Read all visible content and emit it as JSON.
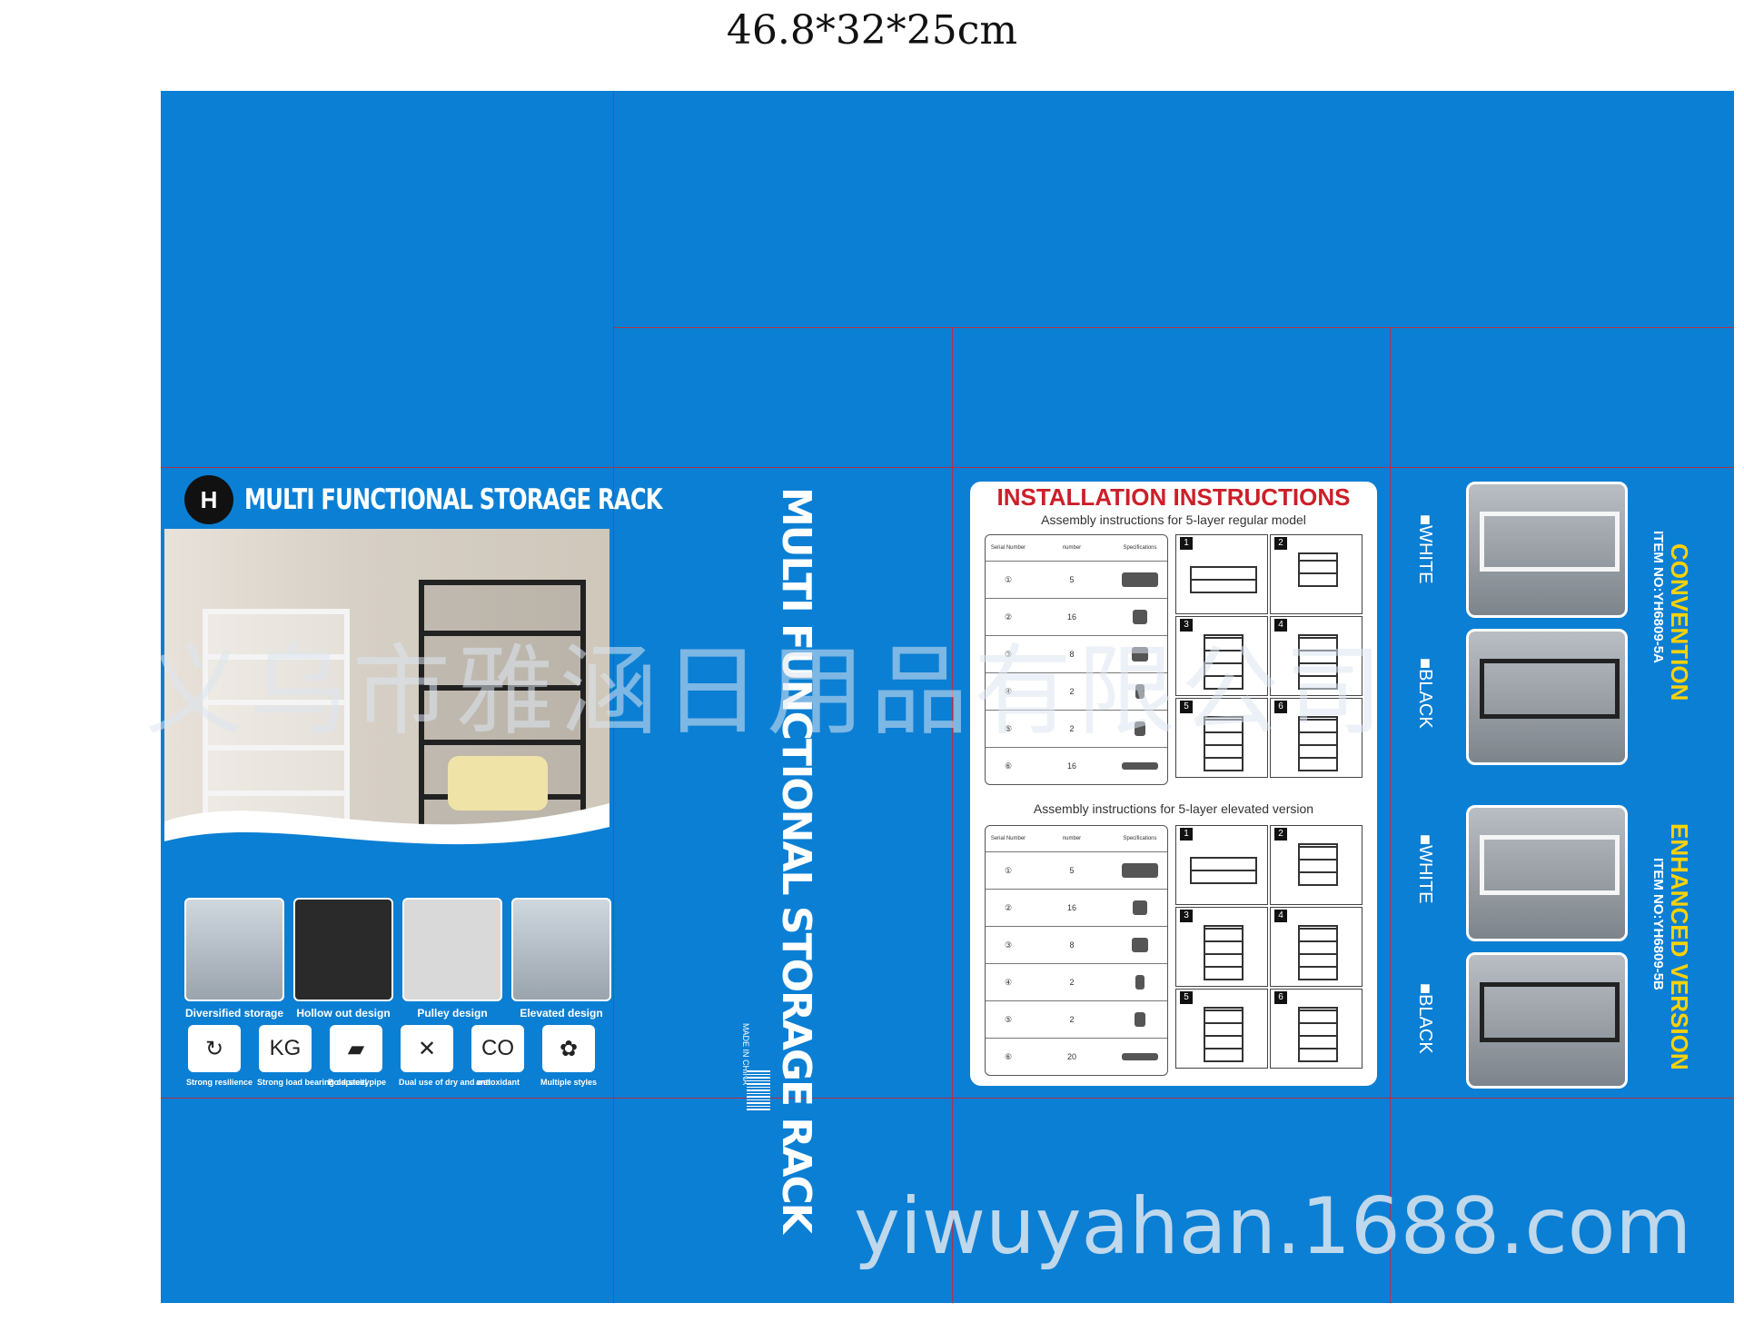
{
  "dimensions": "46.8*32*25cm",
  "front": {
    "title": "MULTI FUNCTIONAL STORAGE RACK",
    "logo_icon": "wrench-shield-logo",
    "features": [
      {
        "label": "Diversified storage"
      },
      {
        "label": "Hollow out design"
      },
      {
        "label": "Pulley design"
      },
      {
        "label": "Elevated design"
      }
    ],
    "icons": [
      {
        "icon": "↻",
        "label": "Strong resilience"
      },
      {
        "icon": "KG",
        "label": "Strong load bearing capacity"
      },
      {
        "icon": "▰",
        "label": "Bold steel pipe"
      },
      {
        "icon": "✕",
        "label": "Dual use of dry and wet"
      },
      {
        "icon": "CO",
        "label": "antioxidant"
      },
      {
        "icon": "✿",
        "label": "Multiple styles"
      }
    ]
  },
  "spine": {
    "title": "MULTI FUNCTIONAL STORAGE RACK",
    "made_in": "MADE IN CHINA"
  },
  "instructions": {
    "title": "INSTALLATION INSTRUCTIONS",
    "regular_subtitle": "Assembly instructions for 5-layer regular model",
    "elevated_subtitle": "Assembly instructions for 5-layer elevated version",
    "table_header": [
      "Serial Number",
      "number",
      "Specifications"
    ],
    "regular_rows": [
      {
        "serial": "①",
        "number": "5"
      },
      {
        "serial": "②",
        "number": "16"
      },
      {
        "serial": "③",
        "number": "8"
      },
      {
        "serial": "④",
        "number": "2"
      },
      {
        "serial": "⑤",
        "number": "2"
      },
      {
        "serial": "⑥",
        "number": "16"
      }
    ],
    "elevated_rows": [
      {
        "serial": "①",
        "number": "5"
      },
      {
        "serial": "②",
        "number": "16"
      },
      {
        "serial": "③",
        "number": "8"
      },
      {
        "serial": "④",
        "number": "2"
      },
      {
        "serial": "⑤",
        "number": "2"
      },
      {
        "serial": "⑥",
        "number": "20"
      }
    ],
    "steps": [
      "1",
      "2",
      "3",
      "4",
      "5",
      "6"
    ]
  },
  "versions": {
    "convention": {
      "name": "CONVENTION",
      "item": "ITEM NO:YH6809-5A"
    },
    "enhanced": {
      "name": "ENHANCED VERSION",
      "item": "ITEM NO:YH6809-5B"
    },
    "white": "■WHITE",
    "black": "■BLACK"
  },
  "watermark": {
    "company": "义乌市雅涵日用品有限公司",
    "url": "yiwuyahan.1688.com"
  },
  "colors": {
    "sheet_blue": "#0b7fd4",
    "fold_line": "#b03048",
    "title_red": "#cc1f29",
    "version_yellow": "#ffd200"
  }
}
